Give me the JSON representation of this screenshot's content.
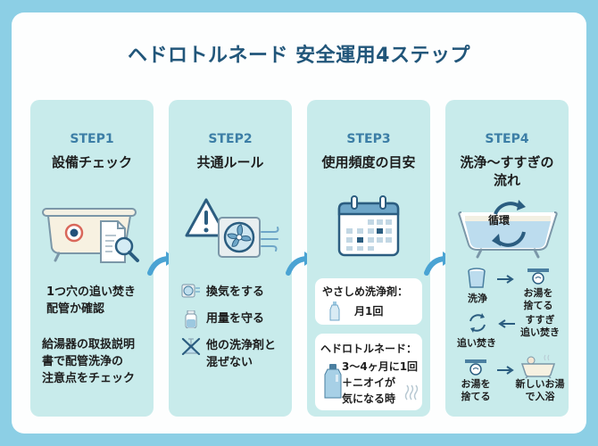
{
  "title": "ヘドロトルネード 安全運用4ステップ",
  "colors": {
    "frame": "#8ccfe5",
    "card_bg": "#c8ebeb",
    "accent_blue": "#3c7ea6",
    "title_color": "#21567a",
    "arrow": "#4aa3d3"
  },
  "steps": [
    {
      "label": "STEP1",
      "title": "設備チェック",
      "icon": "bathtub-document-search-icon",
      "lines": [
        "1つ穴の追い焚き",
        "配管か確認"
      ],
      "lines2": [
        "給湯器の取扱説明",
        "書で配管洗浄の",
        "注意点をチェック"
      ]
    },
    {
      "label": "STEP2",
      "title": "共通ルール",
      "icon": "warning-fan-icon",
      "rules": [
        {
          "icon": "ventilation-fan-icon",
          "text": "換気をする"
        },
        {
          "icon": "bottle-icon",
          "text": "用量を守る"
        },
        {
          "icon": "no-mixing-icon",
          "text": "他の洗浄剤と",
          "text2": "混ぜない"
        }
      ]
    },
    {
      "label": "STEP3",
      "title": "使用頻度の目安",
      "icon": "calendar-icon",
      "freq": [
        {
          "heading": "やさしめ洗浄剤：",
          "value": "月1回",
          "icon": "small-bottle-icon"
        },
        {
          "heading": "ヘドロトルネード：",
          "value": "3〜4ヶ月に1回",
          "value2": "＋ニオイが",
          "value3": "気になる時",
          "icon": "large-bottle-icon"
        }
      ]
    },
    {
      "label": "STEP4",
      "title": "洗浄〜すすぎの",
      "title2": "流れ",
      "icon": "bathtub-circulation-icon",
      "circulation_label": "循環",
      "flow": {
        "wash": "洗浄",
        "drain1a": "お湯を",
        "drain1b": "捨てる",
        "rinse_a": "すすぎ",
        "rinse_b": "追い焚き",
        "reheat": "追い焚き",
        "drain2a": "お湯を",
        "drain2b": "捨てる",
        "fresh_a": "新しいお湯",
        "fresh_b": "で入浴"
      }
    }
  ]
}
